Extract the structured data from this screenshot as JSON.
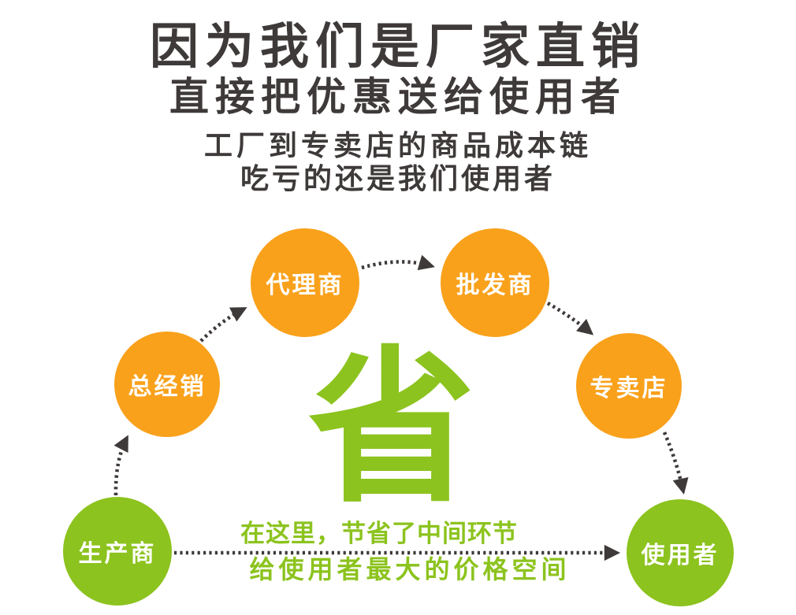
{
  "header": {
    "title_line1": "因为我们是厂家直销",
    "title_line2": "直接把优惠送给使用者",
    "subtitle_line1": "工厂到专卖店的商品成本链",
    "subtitle_line2": "吃亏的还是我们使用者",
    "text_color": "#3e3a39"
  },
  "diagram": {
    "center_character": "省",
    "note_line1": "在这里，节省了中间环节",
    "note_line2": "给使用者最大的价格空间",
    "nodes": [
      {
        "id": "producer",
        "label": "生产商",
        "color": "#8cc31e"
      },
      {
        "id": "distributor",
        "label": "总经销",
        "color": "#f9a11b"
      },
      {
        "id": "agent",
        "label": "代理商",
        "color": "#f9a11b"
      },
      {
        "id": "wholesaler",
        "label": "批发商",
        "color": "#f9a11b"
      },
      {
        "id": "store",
        "label": "专卖店",
        "color": "#f9a11b"
      },
      {
        "id": "user",
        "label": "使用者",
        "color": "#8cc31e"
      }
    ],
    "edges": [
      {
        "from": "生产商",
        "to": "总经销"
      },
      {
        "from": "总经销",
        "to": "代理商"
      },
      {
        "from": "代理商",
        "to": "批发商"
      },
      {
        "from": "批发商",
        "to": "专卖店"
      },
      {
        "from": "专卖店",
        "to": "使用者"
      },
      {
        "from": "生产商",
        "to": "使用者"
      }
    ],
    "colors": {
      "orange": "#f9a11b",
      "green": "#8cc31e",
      "arrow": "#3e3a39"
    }
  }
}
